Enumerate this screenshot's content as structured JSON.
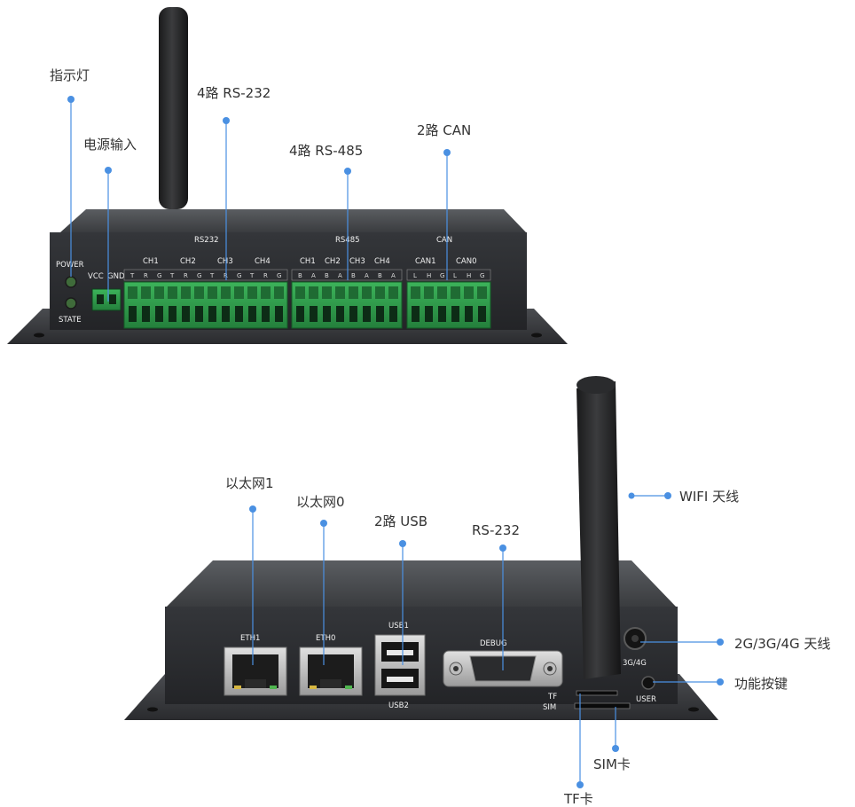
{
  "colors": {
    "leader": "#4a90e2",
    "label_text": "#333333",
    "chassis": "#2f3134",
    "panel": "#242628",
    "terminal": "#2f9a4a"
  },
  "front": {
    "callouts": {
      "indicator": "指示灯",
      "power_input": "电源输入",
      "rs232": "4路 RS-232",
      "rs485": "4路 RS-485",
      "can": "2路 CAN"
    },
    "silkscreen": {
      "power": "POWER",
      "state": "STATE",
      "vcc": "VCC",
      "gnd": "GND",
      "rs232_group": "RS232",
      "rs485_group": "RS485",
      "can_group": "CAN",
      "rs232_ch": [
        "CH1",
        "CH2",
        "CH3",
        "CH4"
      ],
      "rs485_ch": [
        "CH1",
        "CH2",
        "CH3",
        "CH4"
      ],
      "can_ch": [
        "CAN1",
        "CAN0"
      ],
      "rs232_pins": [
        "T",
        "R",
        "G",
        "T",
        "R",
        "G",
        "T",
        "R",
        "G",
        "T",
        "R",
        "G"
      ],
      "rs485_pins": [
        "B",
        "A",
        "B",
        "A",
        "B",
        "A",
        "B",
        "A"
      ],
      "can_pins": [
        "L",
        "H",
        "G",
        "L",
        "H",
        "G"
      ]
    }
  },
  "back": {
    "callouts": {
      "eth1": "以太网1",
      "eth0": "以太网0",
      "usb": "2路 USB",
      "rs232": "RS-232",
      "wifi": "WIFI 天线",
      "cellular": "2G/3G/4G 天线",
      "function_key": "功能按键",
      "sim": "SIM卡",
      "tf": "TF卡"
    },
    "silkscreen": {
      "eth1": "ETH1",
      "eth0": "ETH0",
      "usb1": "USB1",
      "usb2": "USB2",
      "debug": "DEBUG",
      "antenna_3g4g": "3G/4G",
      "user": "USER",
      "tf": "TF",
      "sim": "SIM"
    }
  }
}
